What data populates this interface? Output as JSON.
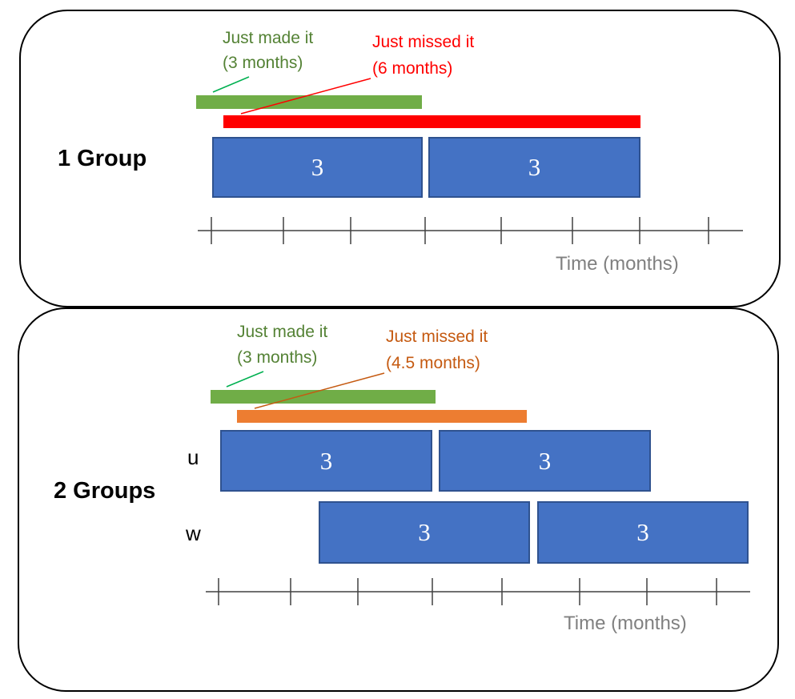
{
  "panels": [
    {
      "group_label": "1 Group",
      "made_it": {
        "line1": "Just made it",
        "line2": "(3 months)"
      },
      "missed_it": {
        "line1": "Just missed it",
        "line2": "(6 months)"
      },
      "rows": [
        {
          "name": "",
          "blocks": [
            "3",
            "3"
          ]
        }
      ],
      "axis_label": "Time (months)"
    },
    {
      "group_label": "2 Groups",
      "made_it": {
        "line1": "Just made it",
        "line2": "(3 months)"
      },
      "missed_it": {
        "line1": "Just missed it",
        "line2": "(4.5 months)"
      },
      "rows": [
        {
          "name": "u",
          "blocks": [
            "3",
            "3"
          ]
        },
        {
          "name": "w",
          "blocks": [
            "3",
            "3"
          ]
        }
      ],
      "axis_label": "Time (months)"
    }
  ],
  "colors": {
    "made_it": "#70ad47",
    "missed_it_1": "#ff0000",
    "missed_it_2": "#ed7d31",
    "block_fill": "#4472c4",
    "block_border": "#2f528f",
    "axis": "#404040",
    "axis_label": "#808080"
  }
}
